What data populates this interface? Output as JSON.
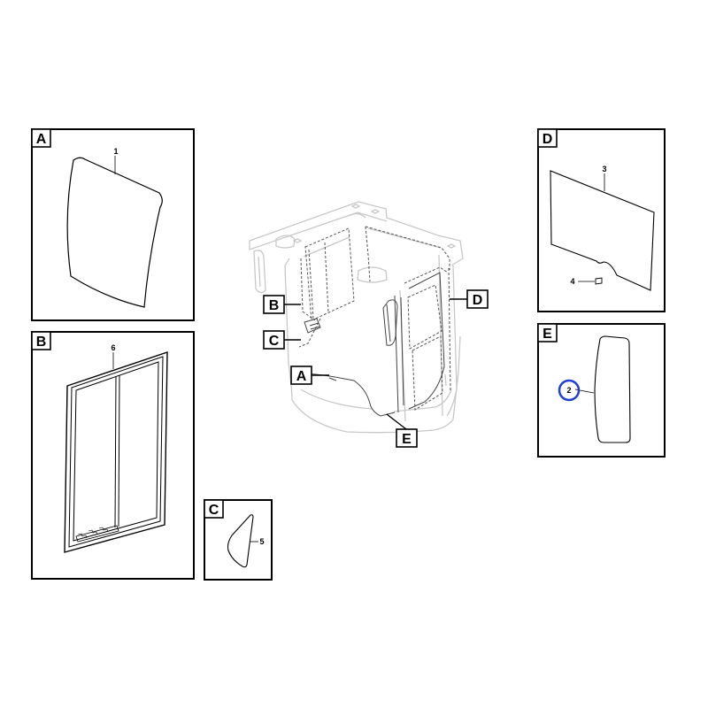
{
  "callouts": {
    "A": "A",
    "B": "B",
    "C": "C",
    "D": "D",
    "E": "E"
  },
  "part_numbers": {
    "p1": "1",
    "p2": "2",
    "p3": "3",
    "p4": "4",
    "p5": "5",
    "p6": "6"
  },
  "highlight": {
    "part": "2",
    "color": "#1f3fd6"
  },
  "colors": {
    "line": "#000000",
    "ghost": "#c8c8c8"
  }
}
